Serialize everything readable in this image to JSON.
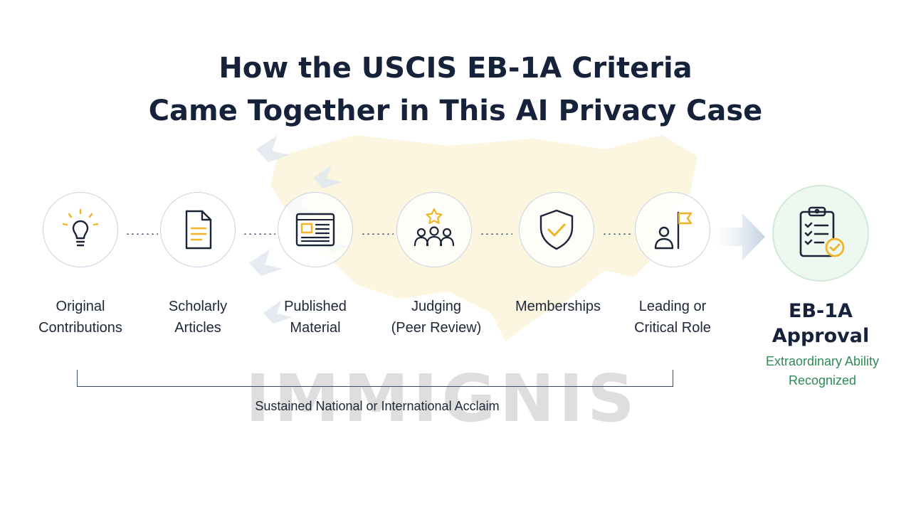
{
  "title": {
    "line1": "How the USCIS EB-1A Criteria",
    "line2": "Came Together in This AI Privacy Case"
  },
  "watermark": "IMMIGNIS",
  "criteria": [
    {
      "id": "original",
      "icon": "lightbulb-icon",
      "line1": "Original",
      "line2": "Contributions"
    },
    {
      "id": "scholarly",
      "icon": "document-icon",
      "line1": "Scholarly",
      "line2": "Articles"
    },
    {
      "id": "published",
      "icon": "newspaper-icon",
      "line1": "Published",
      "line2": "Material"
    },
    {
      "id": "judging",
      "icon": "people-star-icon",
      "line1": "Judging",
      "line2": "(Peer Review)"
    },
    {
      "id": "memberships",
      "icon": "shield-check-icon",
      "line1": "Memberships",
      "line2": ""
    },
    {
      "id": "leading",
      "icon": "person-flag-icon",
      "line1": "Leading or",
      "line2": "Critical Role"
    }
  ],
  "bracket_label": "Sustained National or International Acclaim",
  "result": {
    "icon": "clipboard-check-icon",
    "title_line1": "EB-1A",
    "title_line2": "Approval",
    "sub_line1": "Extraordinary Ability",
    "sub_line2": "Recognized"
  },
  "colors": {
    "navy": "#16213a",
    "accent_gold": "#f0b429",
    "approval_green": "#2e8b57",
    "circle_border": "#c9d3e0"
  }
}
